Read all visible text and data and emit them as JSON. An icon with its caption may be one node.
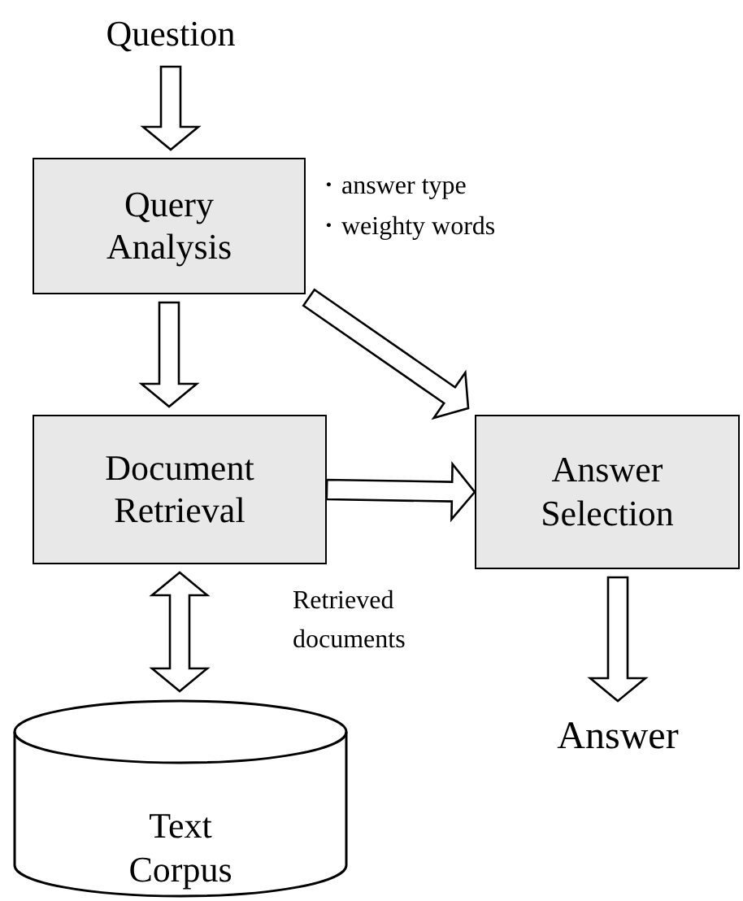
{
  "diagram": {
    "nodes": [
      {
        "text": [
          "Question"
        ]
      },
      {
        "text": [
          "Query Analysis"
        ],
        "beside": [
          "・answer type",
          "・weighty words"
        ]
      },
      {
        "text": [
          "Document Retrieval"
        ]
      },
      {
        "text": [
          "Answer Selection"
        ]
      },
      {
        "text": [
          "Text Corpus"
        ]
      },
      {
        "text": [
          "Answer"
        ]
      }
    ],
    "edges": [
      {
        "from": 0,
        "to": 1,
        "arrow": "to"
      },
      {
        "from": 1,
        "to": 2,
        "arrow": "to"
      },
      {
        "from": 1,
        "to": 3,
        "arrow": "to"
      },
      {
        "from": 2,
        "to": 3,
        "arrow": "to"
      },
      {
        "from": 2,
        "to": 4,
        "arrow": "both"
      },
      {
        "from": 3,
        "to": 5,
        "arrow": "to"
      }
    ],
    "labels": [
      "Retrieved documents"
    ]
  }
}
